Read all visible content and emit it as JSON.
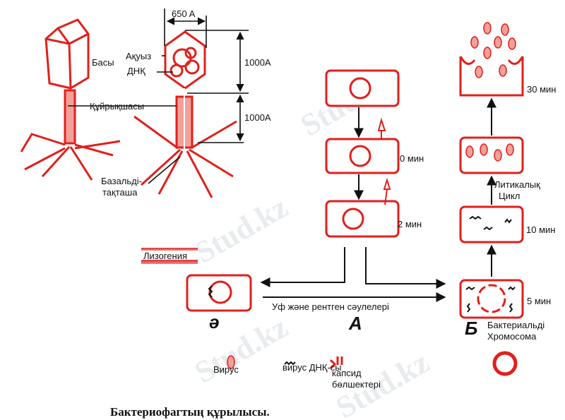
{
  "colors": {
    "accent": "#e0201c",
    "line": "#111111"
  },
  "structure": {
    "width_label": "650 A",
    "head_height_label": "1000A",
    "tail_height_label": "1000A",
    "head_label": "Басы",
    "protein_label": "Ақуыз",
    "dna_label": "ДНҚ",
    "tail_label": "Құйрықшасы",
    "base_plate_label_1": "Базальді-",
    "base_plate_label_2": "тақташа"
  },
  "cycle": {
    "column_a": {
      "letter": "A",
      "times": [
        "0 мин",
        "2 мин"
      ]
    },
    "column_b": {
      "letter": "Б",
      "times": [
        "30 мин",
        "10 мин",
        "5 мин"
      ],
      "lytic_label_1": "Литикалық",
      "lytic_label_2": "Цикл",
      "chromosome_label_1": "Бактериальді",
      "chromosome_label_2": "Хромосома"
    },
    "lysogeny": {
      "label": "Лизогения",
      "letter": "ə"
    },
    "arrow_label": "Уф және рентген сәулелері"
  },
  "legend": {
    "virus": "Вирус",
    "virus_dna": "вирус ДНҚ-сы",
    "capsid_1": "капсид",
    "capsid_2": "бөлшектері"
  },
  "caption": "Бактериофагтың құрылысы.",
  "watermark": "Stud.kz"
}
